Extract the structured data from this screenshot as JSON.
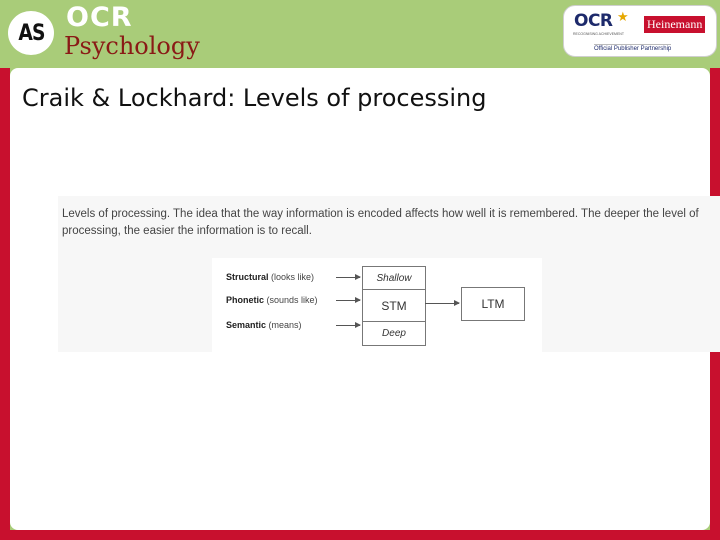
{
  "header": {
    "badge": "AS",
    "brand": "OCR",
    "subject": "Psychology",
    "partner": {
      "ocr": "OCR",
      "tagline": "RECOGNISING ACHIEVEMENT",
      "publisher": "Heinemann",
      "partnership": "Official Publisher Partnership"
    }
  },
  "slide": {
    "title": "Craik & Lockhard: Levels of processing"
  },
  "figure": {
    "caption": "Levels of processing. The idea that the way information is encoded affects how well it is remembered. The deeper the level of processing, the easier the information is to recall.",
    "levels": [
      {
        "name": "Structural",
        "detail": "(looks like)"
      },
      {
        "name": "Phonetic",
        "detail": "(sounds like)"
      },
      {
        "name": "Semantic",
        "detail": "(means)"
      }
    ],
    "stack": {
      "top": "Shallow",
      "middle": "STM",
      "bottom": "Deep"
    },
    "target": "LTM"
  },
  "colors": {
    "header_green": "#a9cc79",
    "frame_red": "#c8102e",
    "subject_red": "#8a1a16"
  }
}
